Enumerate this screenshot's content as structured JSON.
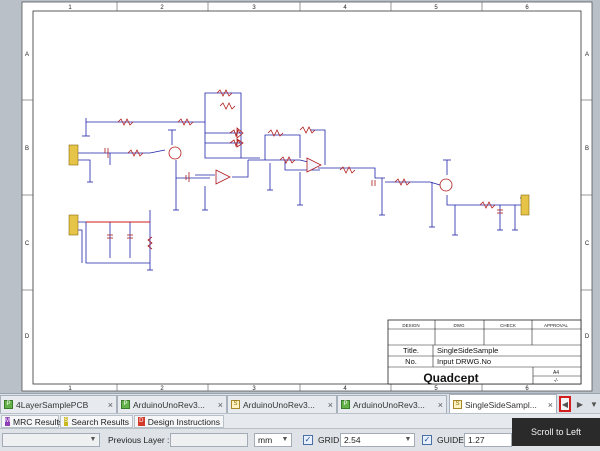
{
  "sheet": {
    "col_labels": [
      "1",
      "2",
      "3",
      "4",
      "5",
      "6"
    ],
    "row_labels": [
      "A",
      "B",
      "C",
      "D"
    ],
    "title_block": {
      "headers": [
        "DESIGN",
        "DWG",
        "CHECK",
        "APPROVAL"
      ],
      "title_label": "Title.",
      "title_value": "SingleSideSample",
      "no_label": "No.",
      "no_value": "Input DRWG.No",
      "brand": "Quadcept",
      "sheet_size": "A4",
      "sheet_no": "-/-"
    }
  },
  "tabs": [
    {
      "label": "4LayerSamplePCB",
      "icon": "pcb-icon",
      "type": "pcb"
    },
    {
      "label": "ArduinoUnoRev3...",
      "icon": "pcb-icon",
      "type": "pcb"
    },
    {
      "label": "ArduinoUnoRev3...",
      "icon": "schematic-icon",
      "type": "sch"
    },
    {
      "label": "ArduinoUnoRev3...",
      "icon": "pcb-icon",
      "type": "pcb"
    },
    {
      "label": "SingleSideSampl...",
      "icon": "schematic-icon",
      "type": "sch",
      "active": true
    }
  ],
  "tab_close_glyph": "×",
  "panels": [
    {
      "label": "MRC Results",
      "icon": "mrc-icon",
      "color": "#8e3fb5"
    },
    {
      "label": "Search Results",
      "icon": "search-results-icon",
      "color": "#c9b820"
    },
    {
      "label": "Design Instructions",
      "icon": "design-instructions-icon",
      "color": "#d43a2a"
    }
  ],
  "tooltip": "Scroll to Left",
  "status": {
    "previous_layer_label": "Previous Layer :",
    "unit": "mm",
    "grid_label": "GRID",
    "grid_value": "2.54",
    "guide_label": "GUIDE",
    "guide_value": "1.27",
    "grid_checked": true,
    "guide_checked": true
  },
  "colors": {
    "wire": "#1d22a8",
    "part": "#b01818",
    "power_bar": "#cc1a1a",
    "connector": "#e6c447",
    "highlight_border": "#d41e1e"
  }
}
